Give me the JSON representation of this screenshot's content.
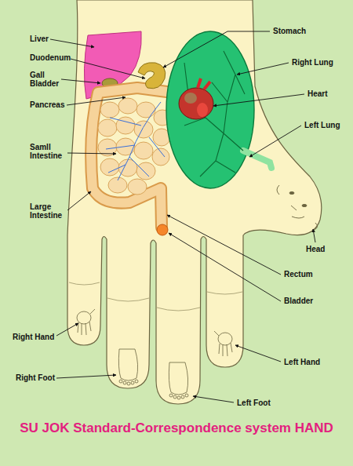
{
  "diagram": {
    "title": "SU JOK Standard-Correspondence system HAND",
    "labels": [
      "Liver",
      "Duodenum",
      "Gall Bladder",
      "Pancreas",
      "Samll Intestine",
      "Large Intestine",
      "Stomach",
      "Right Lung",
      "Heart",
      "Left Lung",
      "Head",
      "Rectum",
      "Bladder",
      "Right Hand",
      "Right Foot",
      "Left Hand",
      "Left Foot"
    ]
  }
}
